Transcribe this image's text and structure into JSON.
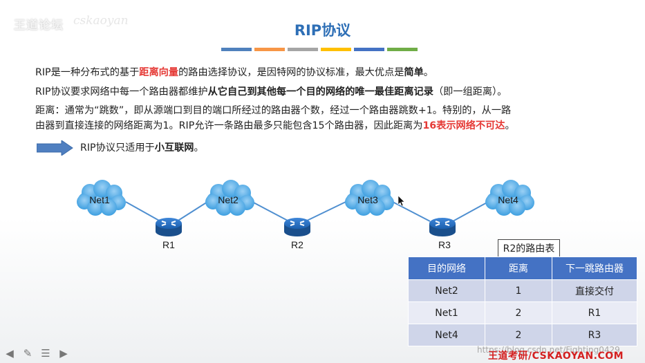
{
  "header": {
    "logo_text": "王道论坛",
    "logo_signature": "cskaoyan"
  },
  "slide": {
    "title": "RIP协议",
    "stripe_colors": [
      "#4f81bd",
      "#f79646",
      "#a5a5a5",
      "#ffc000",
      "#4472c4",
      "#70ad47"
    ],
    "p1": {
      "a": "RIP是一种分布式的基于",
      "b": "距离向量",
      "c": "的路由选择协议，是因特网的协议标准，最大优点是",
      "d": "简单",
      "e": "。"
    },
    "p2": {
      "a": "RIP协议要求网络中每一个路由器都维护",
      "b": "从它自己到其他每一个目的网络的唯一最佳距离记录",
      "c": "（即一组距离）。"
    },
    "p3": {
      "a": "距离：通常为“跳数”，即从源端口到目的端口所经过的路由器个数，经过一个路由器跳数+1。特别的，从一路"
    },
    "p4": {
      "a": "由器到直接连接的网络距离为1。RIP允许一条路由最多只能包含15个路由器，因此距离为",
      "b": "16表示网络不可达",
      "c": "。"
    },
    "p5": {
      "a": "RIP协议只适用于",
      "b": "小互联网",
      "c": "。"
    }
  },
  "diagram": {
    "nets": [
      "Net1",
      "Net2",
      "Net3",
      "Net4"
    ],
    "routers": [
      "R1",
      "R2",
      "R3"
    ]
  },
  "routing_table": {
    "caption": "R2的路由表",
    "headers": [
      "目的网络",
      "距离",
      "下一跳路由器"
    ],
    "rows": [
      [
        "Net2",
        "1",
        "直接交付"
      ],
      [
        "Net1",
        "2",
        "R1"
      ],
      [
        "Net4",
        "2",
        "R3"
      ]
    ]
  },
  "footer": {
    "site": "王道考研/CSKAOYAN.COM",
    "watermark": "https://blog.csdn.net/Fighting0429"
  },
  "toolbar": {
    "icons": [
      "back-arrow-icon",
      "pen-icon",
      "menu-icon",
      "forward-arrow-icon"
    ]
  }
}
